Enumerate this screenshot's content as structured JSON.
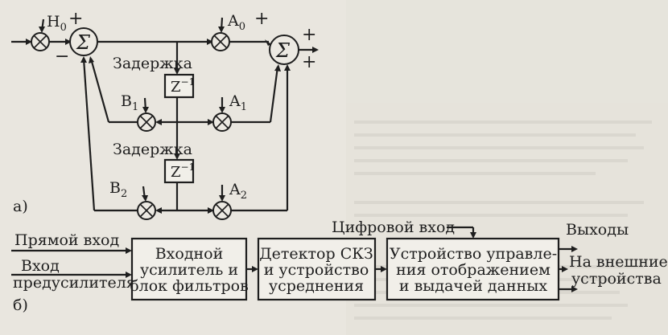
{
  "diagram_a": {
    "caption": "а)",
    "h0": "H",
    "h0_sub": "0",
    "a0": "A",
    "a0_sub": "0",
    "a1": "A",
    "a1_sub": "1",
    "a2": "A",
    "a2_sub": "2",
    "b1": "B",
    "b1_sub": "1",
    "b2": "B",
    "b2_sub": "2",
    "sigma": "Σ",
    "plus": "+",
    "minus": "−",
    "delay": "Задержка",
    "z_base": "Z",
    "z_exp": "−1"
  },
  "diagram_b": {
    "caption": "б)",
    "input_direct": "Прямой вход",
    "input_pre_line1": "Вход",
    "input_pre_line2": "предусилителя",
    "block1_line1": "Входной",
    "block1_line2": "усилитель и",
    "block1_line3": "блок фильтров",
    "block2_line1": "Детектор СКЗ",
    "block2_line2": "и устройство",
    "block2_line3": "усреднения",
    "digital_input": "Цифровой вход",
    "block3_line1": "Устройство управле-",
    "block3_line2": "ния отображением",
    "block3_line3": "и выдачей данных",
    "outputs": "Выходы",
    "out_line1": "На внешние",
    "out_line2": "устройства"
  }
}
